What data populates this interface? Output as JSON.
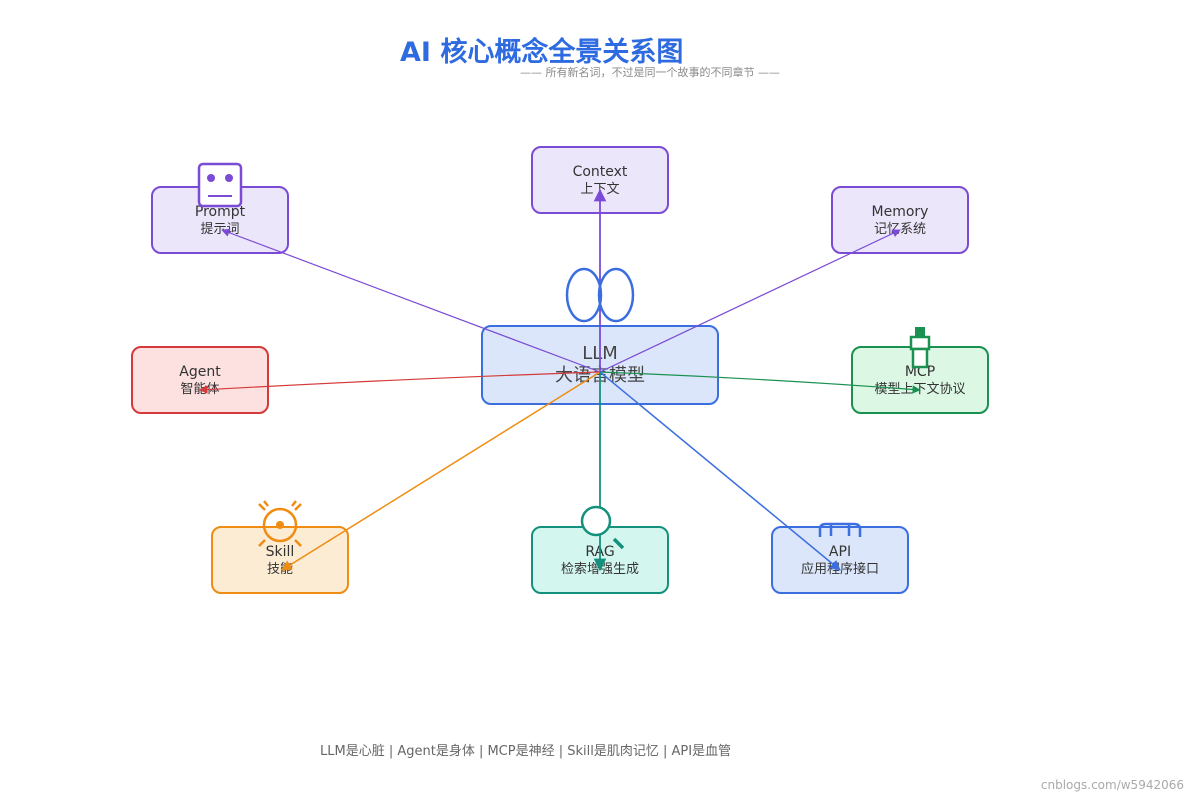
{
  "header": {
    "title": "AI 核心概念全景关系图",
    "subtitle": "—— 所有新名词，不过是同一个故事的不同章节 ——"
  },
  "nodes": [
    {
      "id": "llm",
      "en": "LLM",
      "zh": "大语言模型",
      "color": "#3b6fe0",
      "fill": "#dbe6fb",
      "icon": "infinity-icon"
    },
    {
      "id": "context",
      "en": "Context",
      "zh": "上下文",
      "color": "#7b4bd6",
      "fill": "#ece6fb"
    },
    {
      "id": "prompt",
      "en": "Prompt",
      "zh": "提示词",
      "color": "#7b4bd6",
      "fill": "#ece6fb",
      "icon": "robot-face-icon"
    },
    {
      "id": "memory",
      "en": "Memory",
      "zh": "记忆系统",
      "color": "#7b4bd6",
      "fill": "#ece6fb"
    },
    {
      "id": "agent",
      "en": "Agent",
      "zh": "智能体",
      "color": "#d43a3a",
      "fill": "#fde0e0"
    },
    {
      "id": "mcp",
      "en": "MCP",
      "zh": "模型上下文协议",
      "color": "#1a9150",
      "fill": "#dcf7e4",
      "icon": "plug-icon"
    },
    {
      "id": "skill",
      "en": "Skill",
      "zh": "技能",
      "color": "#ef8c12",
      "fill": "#fdecd4",
      "icon": "gear-icon"
    },
    {
      "id": "rag",
      "en": "RAG",
      "zh": "检索增强生成",
      "color": "#14917c",
      "fill": "#d3f7ef",
      "icon": "magnifier-icon"
    },
    {
      "id": "api",
      "en": "API",
      "zh": "应用程序接口",
      "color": "#3b6fe0",
      "fill": "#dbe6fb",
      "icon": "link-icon"
    }
  ],
  "footer": "LLM是心脏 | Agent是身体 | MCP是神经 | Skill是肌肉记忆 | API是血管",
  "watermark": "cnblogs.com/w5942066"
}
